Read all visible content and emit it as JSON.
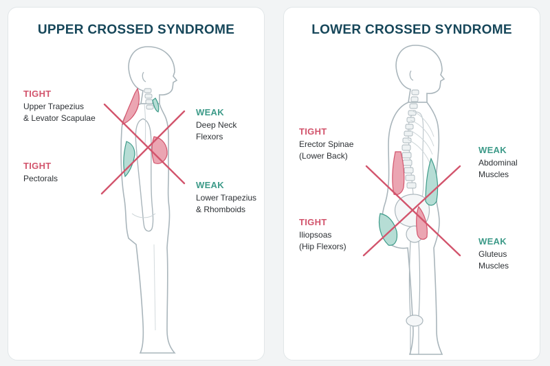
{
  "colors": {
    "tight": "#d2546c",
    "weak": "#3c9a88",
    "title": "#17475a",
    "outline": "#a9b5bb",
    "background": "#f2f4f5"
  },
  "upper": {
    "title": "UPPER CROSSED SYNDROME",
    "labels": [
      {
        "kind": "TIGHT",
        "lines": "Upper Trapezius\n& Levator Scapulae"
      },
      {
        "kind": "TIGHT",
        "lines": "Pectorals"
      },
      {
        "kind": "WEAK",
        "lines": "Deep Neck\nFlexors"
      },
      {
        "kind": "WEAK",
        "lines": "Lower Trapezius\n& Rhomboids"
      }
    ]
  },
  "lower": {
    "title": "LOWER CROSSED SYNDROME",
    "labels": [
      {
        "kind": "TIGHT",
        "lines": "Erector Spinae\n(Lower Back)"
      },
      {
        "kind": "TIGHT",
        "lines": "Iliopsoas\n(Hip Flexors)"
      },
      {
        "kind": "WEAK",
        "lines": "Abdominal\nMuscles"
      },
      {
        "kind": "WEAK",
        "lines": "Gluteus\nMuscles"
      }
    ]
  }
}
